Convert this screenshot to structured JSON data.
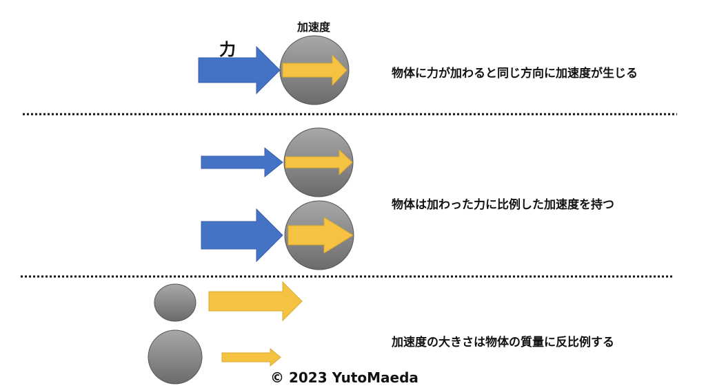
{
  "section1": {
    "force_label": "力",
    "acceleration_label": "加速度",
    "caption": "物体に力が加わると同じ方向に加速度が生じる"
  },
  "section2": {
    "caption": "物体は加わった力に比例した加速度を持つ"
  },
  "section3": {
    "caption": "加速度の大きさは物体の質量に反比例する"
  },
  "copyright": "© 2023 YutoMaeda",
  "colors": {
    "force_arrow": "#4472C4",
    "acceleration_arrow": "#F5C242",
    "ball_top": "#A6A6A6",
    "ball_bottom": "#6E6E6E"
  }
}
